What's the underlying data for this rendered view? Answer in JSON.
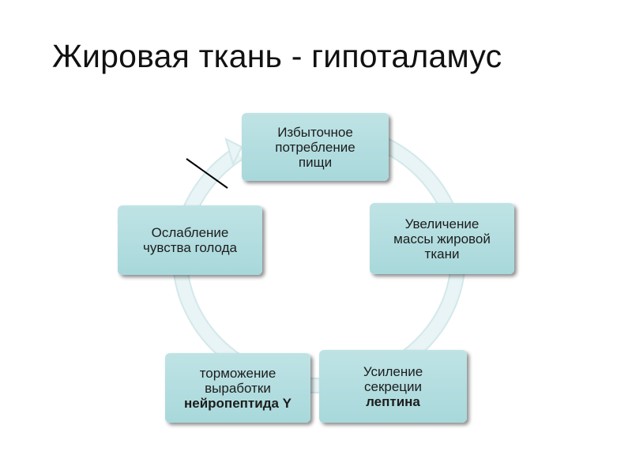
{
  "slide": {
    "title": "Жировая ткань - гипоталамус"
  },
  "diagram": {
    "type": "cycle",
    "nodes": [
      {
        "lines": [
          "Избыточное",
          "потребление",
          "пищи"
        ],
        "bold_lines": []
      },
      {
        "lines": [
          "Увеличение",
          "массы жировой",
          "ткани"
        ],
        "bold_lines": []
      },
      {
        "lines": [
          "Усиление",
          "секреции",
          "лептина"
        ],
        "bold_lines": [
          2
        ]
      },
      {
        "lines": [
          "торможение",
          "выработки",
          "нейропептида Y"
        ],
        "bold_lines": [
          2
        ]
      },
      {
        "lines": [
          "Ослабление",
          "чувства голода"
        ],
        "bold_lines": []
      }
    ]
  },
  "colors": {
    "node_fill": "#add9dc",
    "cycle_arrow": "#e6f3f4",
    "cycle_arrow_edge": "#d3e8ea",
    "annotation_stroke": "#000000"
  }
}
